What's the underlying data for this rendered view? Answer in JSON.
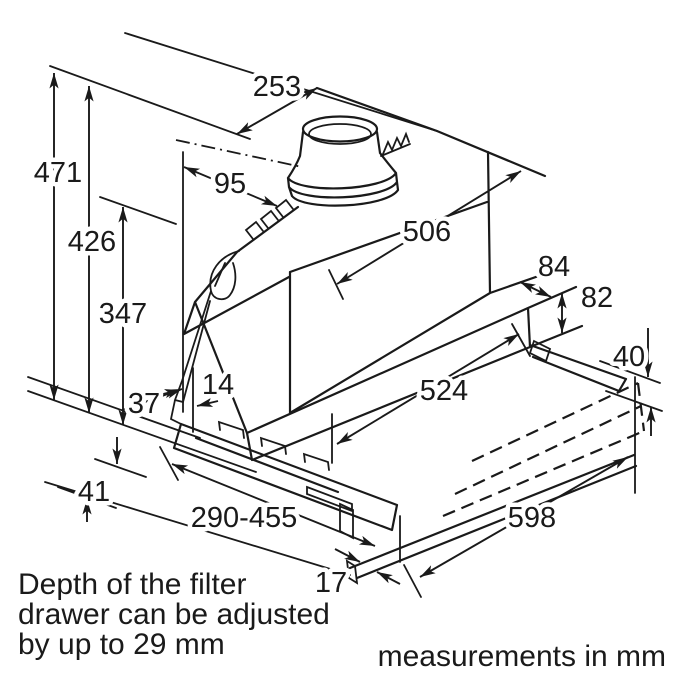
{
  "figure": {
    "type": "technical-dimension-drawing",
    "subject": "telescopic cooker hood installation dimensions",
    "colors": {
      "line": "#1a1a1a",
      "background": "#ffffff"
    },
    "dimensions": {
      "top_width": "253",
      "height_total": "471",
      "height_mid": "426",
      "height_lower": "347",
      "duct_offset": "95",
      "upper_body_width": "506",
      "rail_depth": "84",
      "chassis_height": "82",
      "frame_height": "40",
      "body_width": "524",
      "wall_gap": "14",
      "rear_offset": "37",
      "base_offset": "41",
      "drawer_depth_range": "290-455",
      "overall_width": "598",
      "panel_thickness": "17"
    },
    "note": {
      "line1": "Depth of the filter",
      "line2": "drawer can be adjusted",
      "line3": "by up to 29 mm"
    },
    "units_label": "measurements in mm"
  }
}
